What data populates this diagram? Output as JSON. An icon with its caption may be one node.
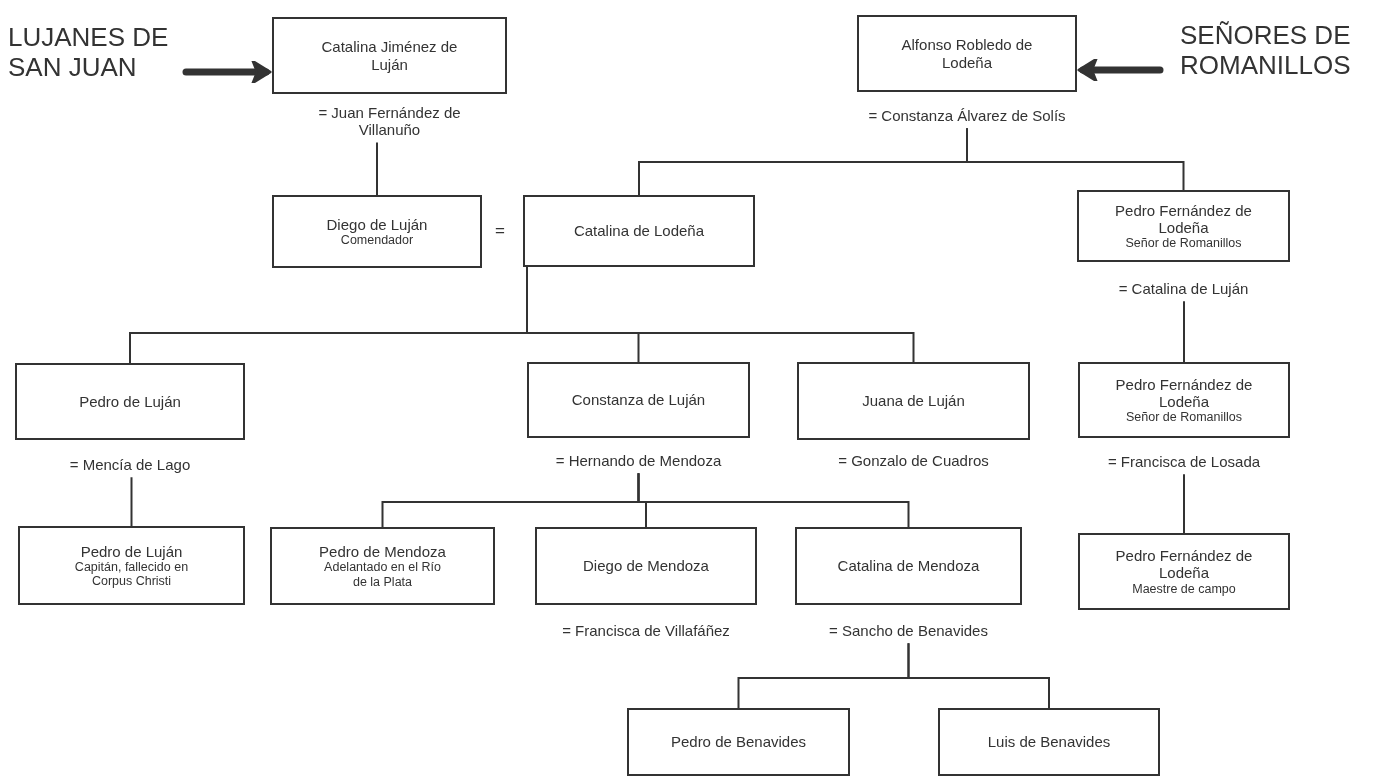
{
  "diagram": {
    "nodes": [
      {
        "text": [
          "LUJANES DE SAN JUAN"
        ]
      },
      {
        "text": [
          "Catalina Jiménez de Luján"
        ],
        "beside": [
          "= Juan Fernández de Villanuño"
        ]
      },
      {
        "text": [
          "Alfonso Robledo de Lodeña"
        ],
        "beside": [
          "= Constanza Álvarez de Solís"
        ]
      },
      {
        "text": [
          "SEÑORES DE ROMANILLOS"
        ]
      },
      {
        "text": [
          "Diego de Luján",
          "Comendador"
        ]
      },
      {
        "text": [
          "Catalina de Lodeña"
        ]
      },
      {
        "text": [
          "Pedro Fernández de Lodeña",
          "Señor de Romanillos"
        ],
        "beside": [
          "= Catalina de Luján"
        ]
      },
      {
        "text": [
          "Pedro de Luján"
        ],
        "beside": [
          "= Mencía de Lago"
        ]
      },
      {
        "text": [
          "Constanza de Luján"
        ],
        "beside": [
          "= Hernando de Mendoza"
        ]
      },
      {
        "text": [
          "Juana de Luján"
        ],
        "beside": [
          "= Gonzalo de Cuadros"
        ]
      },
      {
        "text": [
          "Pedro Fernández de Lodeña",
          "Señor de Romanillos"
        ],
        "beside": [
          "= Francisca de Losada"
        ]
      },
      {
        "text": [
          "Pedro de Luján",
          "Capitán, fallecido en Corpus Christi"
        ]
      },
      {
        "text": [
          "Pedro de Mendoza",
          "Adelantado en el Río de la Plata"
        ]
      },
      {
        "text": [
          "Diego de Mendoza"
        ],
        "beside": [
          "= Francisca de Villafáñez"
        ]
      },
      {
        "text": [
          "Catalina de Mendoza"
        ],
        "beside": [
          "= Sancho de Benavides"
        ]
      },
      {
        "text": [
          "Pedro Fernández de Lodeña",
          "Maestre de campo"
        ]
      },
      {
        "text": [
          "Pedro de Benavides"
        ]
      },
      {
        "text": [
          "Luis de Benavides"
        ]
      }
    ],
    "edges": [
      {
        "from": 0,
        "to": 1,
        "arrow": "to",
        "style": "thick"
      },
      {
        "from": 3,
        "to": 2,
        "arrow": "to",
        "style": "thick"
      },
      {
        "from": 1,
        "to": 4,
        "arrow": "none"
      },
      {
        "from": 2,
        "to": 5,
        "arrow": "none"
      },
      {
        "from": 2,
        "to": 6,
        "arrow": "none"
      },
      {
        "from": 5,
        "to": 7,
        "arrow": "none"
      },
      {
        "from": 5,
        "to": 8,
        "arrow": "none"
      },
      {
        "from": 5,
        "to": 9,
        "arrow": "none"
      },
      {
        "from": 6,
        "to": 10,
        "arrow": "none"
      },
      {
        "from": 7,
        "to": 11,
        "arrow": "none"
      },
      {
        "from": 8,
        "to": 12,
        "arrow": "none"
      },
      {
        "from": 8,
        "to": 13,
        "arrow": "none"
      },
      {
        "from": 8,
        "to": 14,
        "arrow": "none"
      },
      {
        "from": 10,
        "to": 15,
        "arrow": "none"
      },
      {
        "from": 14,
        "to": 16,
        "arrow": "none"
      },
      {
        "from": 14,
        "to": 17,
        "arrow": "none"
      }
    ],
    "labels": [
      "="
    ]
  }
}
